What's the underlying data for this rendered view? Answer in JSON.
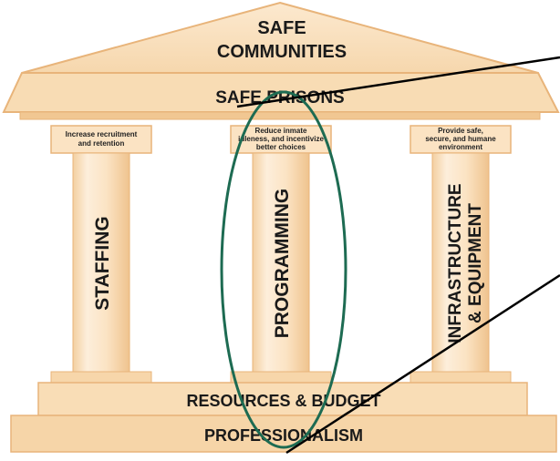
{
  "roof": {
    "top_line1": "SAFE",
    "top_line2": "COMMUNITIES",
    "bottom": "SAFE PRISONS"
  },
  "pillars": [
    {
      "name": "STAFFING",
      "caption_line1": "Increase recruitment",
      "caption_line2": "and retention",
      "caption_line3": ""
    },
    {
      "name": "PROGRAMMING",
      "caption_line1": "Reduce inmate",
      "caption_line2": "idleness, and incentivize",
      "caption_line3": "better choices"
    },
    {
      "name_line1": "INFRASTRUCTURE",
      "name_line2": "& EQUIPMENT",
      "caption_line1": "Provide safe,",
      "caption_line2": "secure, and humane",
      "caption_line3": "environment"
    }
  ],
  "base": {
    "upper": "RESOURCES & BUDGET",
    "lower": "PROFESSIONALISM"
  },
  "colors": {
    "stone_light": "#fbe6c8",
    "stone_mid": "#f5d2a2",
    "stone_edge": "#e8b47a",
    "highlight_ellipse": "#1d6b52",
    "callout_line": "#000000"
  }
}
